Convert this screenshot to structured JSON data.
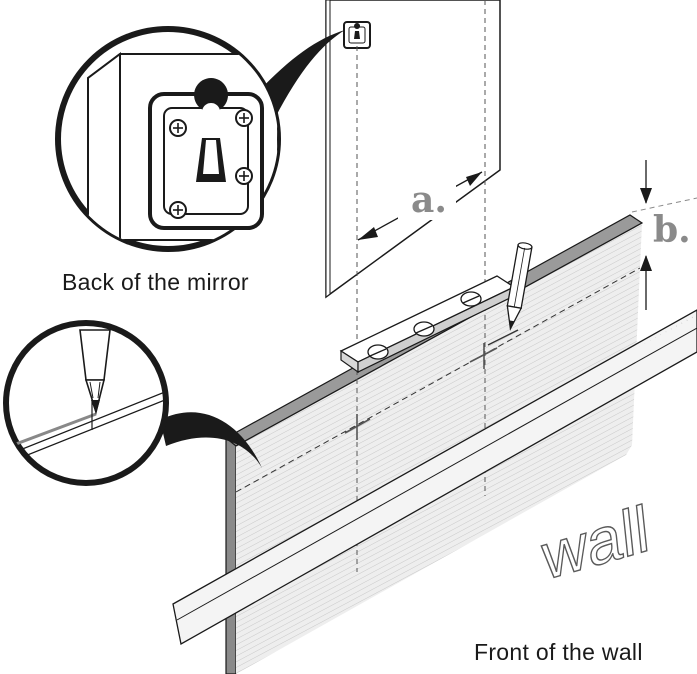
{
  "labels": {
    "back_of_mirror": "Back of the mirror",
    "front_of_wall": "Front of the wall",
    "wall_text": "wall",
    "dim_a": "a.",
    "dim_b": "b."
  },
  "colors": {
    "outline": "#1a1a1a",
    "wall_fill": "#ececec",
    "wall_edge": "#9a9a9a",
    "ruler_fill": "#f4f4f4",
    "dimension_gray": "#8a8a8a",
    "marked_line": "#888888"
  }
}
